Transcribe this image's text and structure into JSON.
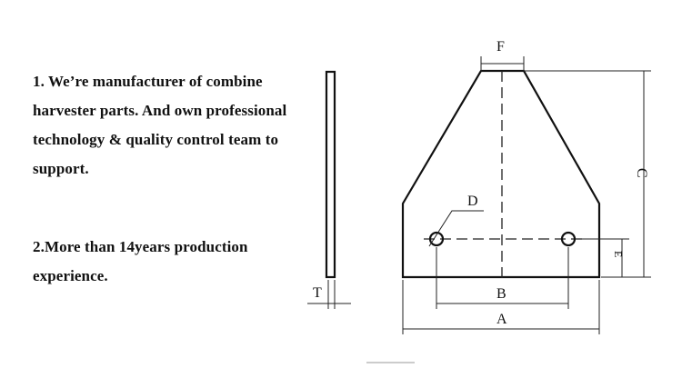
{
  "text": {
    "para1_lines": [
      "1. We’re manufacturer of combine",
      "harvester parts. And own professional",
      "technology & quality control team to",
      "support."
    ],
    "para2_lines": [
      "2.More than 14years production",
      "experience."
    ]
  },
  "diagram": {
    "labels": {
      "F": "F",
      "C": "C",
      "D": "D",
      "E": "E",
      "B": "B",
      "A": "A",
      "T": "T"
    }
  }
}
